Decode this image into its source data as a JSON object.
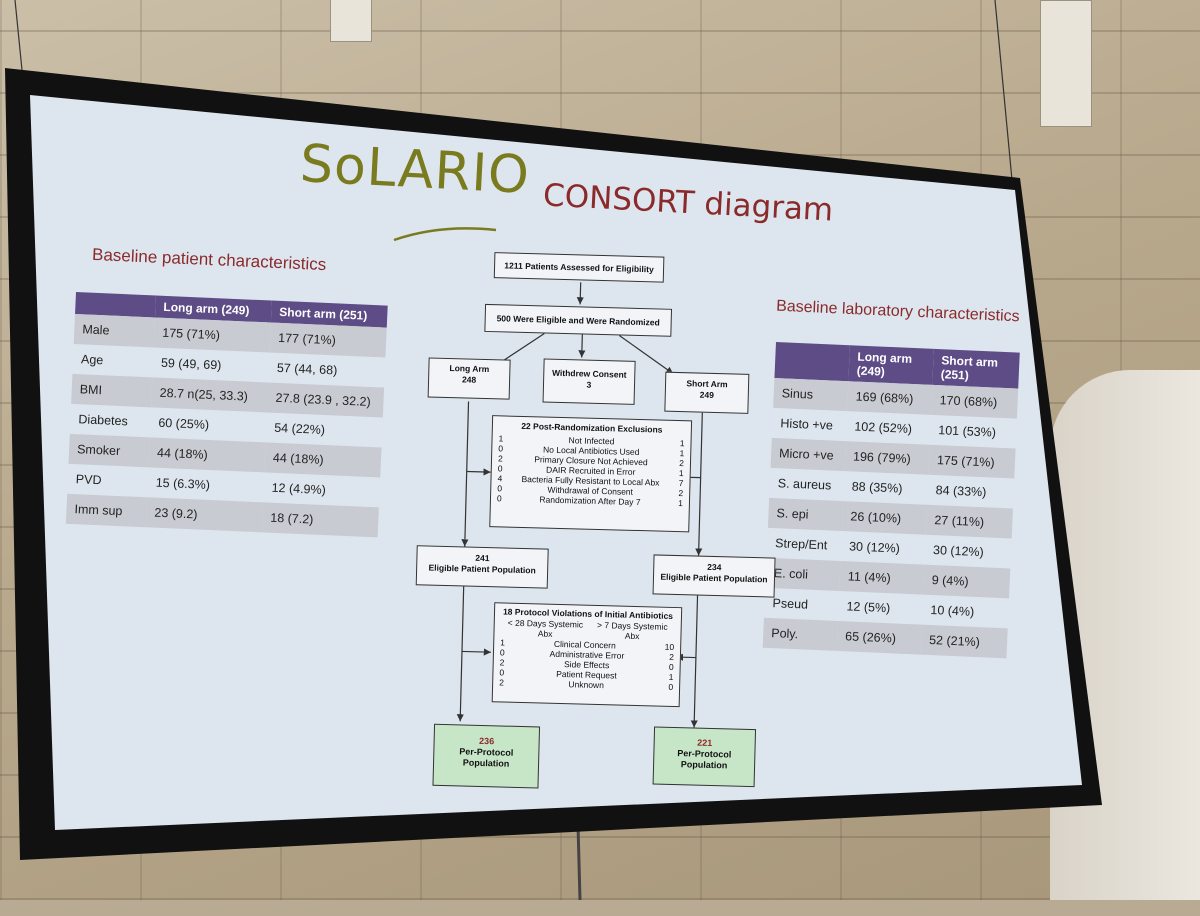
{
  "logo": {
    "text": "SoLARIO"
  },
  "slide_title": "CONSORT  diagram",
  "patient": {
    "heading": "Baseline patient characteristics",
    "columns": [
      "",
      "Long arm (249)",
      "Short arm (251)"
    ],
    "rows": [
      [
        "Male",
        "175 (71%)",
        "177 (71%)"
      ],
      [
        "Age",
        "59 (49, 69)",
        "57 (44, 68)"
      ],
      [
        "BMI",
        "28.7 n(25, 33.3)",
        "27.8 (23.9 , 32.2)"
      ],
      [
        "Diabetes",
        "60 (25%)",
        "54 (22%)"
      ],
      [
        "Smoker",
        "44 (18%)",
        "44 (18%)"
      ],
      [
        "PVD",
        "15 (6.3%)",
        "12 (4.9%)"
      ],
      [
        "Imm sup",
        "23 (9.2)",
        "18 (7.2)"
      ]
    ]
  },
  "lab": {
    "heading": "Baseline laboratory characteristics",
    "columns": [
      "",
      "Long arm (249)",
      "Short arm (251)"
    ],
    "rows": [
      [
        "Sinus",
        "169 (68%)",
        "170 (68%)"
      ],
      [
        "Histo +ve",
        "102 (52%)",
        "101 (53%)"
      ],
      [
        "Micro +ve",
        "196 (79%)",
        "175 (71%)"
      ],
      [
        "S. aureus",
        "88 (35%)",
        "84 (33%)"
      ],
      [
        "S. epi",
        "26 (10%)",
        "27 (11%)"
      ],
      [
        "Strep/Ent",
        "30 (12%)",
        "30 (12%)"
      ],
      [
        "E. coli",
        "11 (4%)",
        "9 (4%)"
      ],
      [
        "Pseud",
        "12 (5%)",
        "10 (4%)"
      ],
      [
        "Poly.",
        "65 (26%)",
        "52 (21%)"
      ]
    ]
  },
  "consort": {
    "assessed": "1211 Patients Assessed for Eligibility",
    "randomized": "500 Were Eligible and Were Randomized",
    "long_arm": {
      "label": "Long Arm",
      "n": "248"
    },
    "withdrew": {
      "label": "Withdrew Consent",
      "n": "3"
    },
    "short_arm": {
      "label": "Short Arm",
      "n": "249"
    },
    "exclusions": {
      "title": "22 Post-Randomization Exclusions",
      "rows": [
        [
          "1",
          "Not Infected",
          "1"
        ],
        [
          "0",
          "No Local Antibiotics Used",
          "1"
        ],
        [
          "2",
          "Primary Closure Not Achieved",
          "2"
        ],
        [
          "0",
          "DAIR Recruited in Error",
          "1"
        ],
        [
          "4",
          "Bacteria Fully Resistant to Local Abx",
          "7"
        ],
        [
          "0",
          "Withdrawal of Consent",
          "2"
        ],
        [
          "0",
          "Randomization After Day 7",
          "1"
        ]
      ]
    },
    "eligible_long": {
      "n": "241",
      "label": "Eligible Patient Population"
    },
    "eligible_short": {
      "n": "234",
      "label": "Eligible Patient Population"
    },
    "violations": {
      "title": "18 Protocol Violations of Initial Antibiotics",
      "left_head": "< 28 Days Systemic Abx",
      "right_head": "> 7 Days Systemic Abx",
      "rows": [
        [
          "1",
          "Clinical Concern",
          "10"
        ],
        [
          "0",
          "Administrative Error",
          "2"
        ],
        [
          "2",
          "Side Effects",
          "0"
        ],
        [
          "0",
          "Patient Request",
          "1"
        ],
        [
          "2",
          "Unknown",
          "0"
        ]
      ]
    },
    "pp_long": {
      "n": "236",
      "label": "Per-Protocol Population"
    },
    "pp_short": {
      "n": "221",
      "label": "Per-Protocol Population"
    }
  }
}
